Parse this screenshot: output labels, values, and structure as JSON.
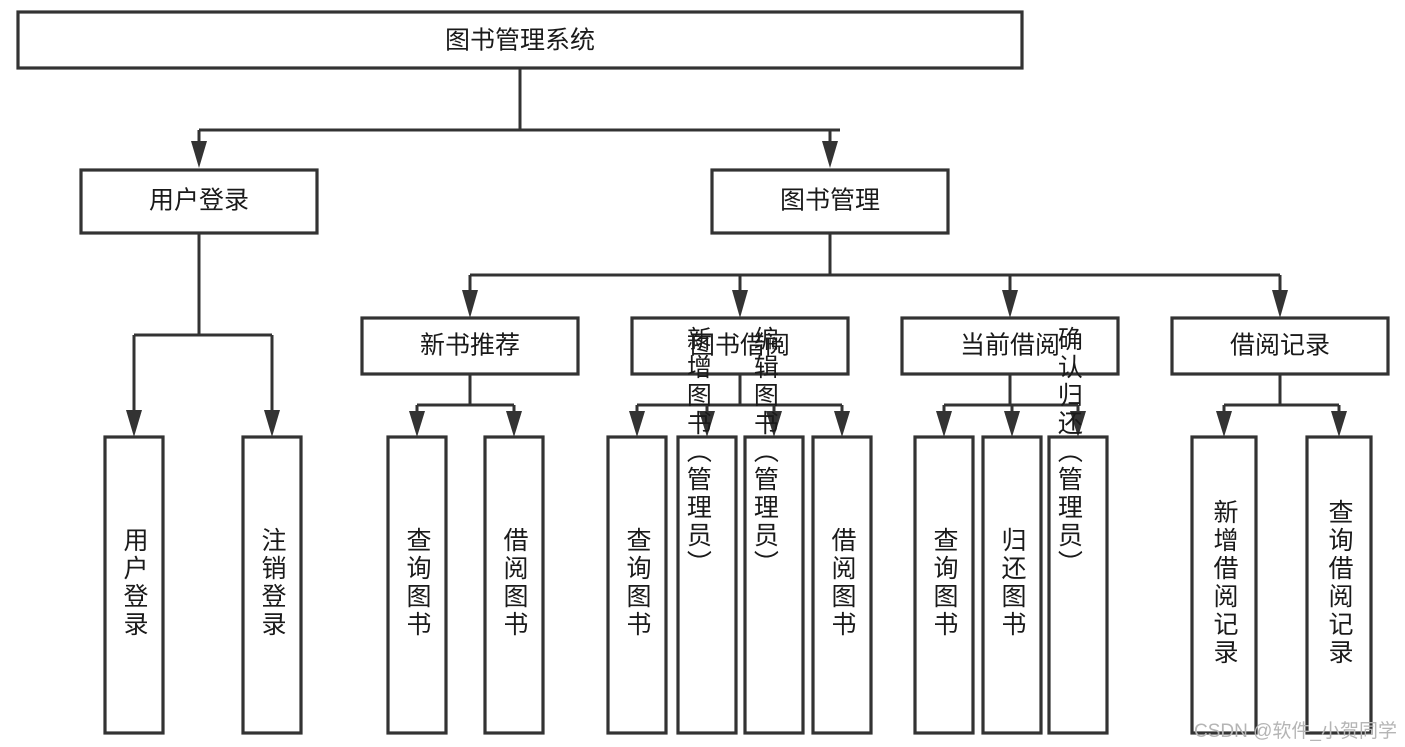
{
  "diagram": {
    "title": "图书管理系统",
    "type": "tree-hierarchy-flowchart",
    "watermark": "CSDN @软件_小贺同学",
    "colors": {
      "stroke": "#333333",
      "fill": "#ffffff",
      "text": "#1a1a1a",
      "watermark": "#b5b5b5"
    },
    "root": {
      "label": "图书管理系统"
    },
    "level2": [
      {
        "label": "用户登录"
      },
      {
        "label": "图书管理"
      }
    ],
    "level3": [
      {
        "label": "新书推荐"
      },
      {
        "label": "图书借阅"
      },
      {
        "label": "当前借阅"
      },
      {
        "label": "借阅记录"
      }
    ],
    "leaves": {
      "user_login": [
        {
          "label": "用户登录"
        },
        {
          "label": "注销登录"
        }
      ],
      "new_book": [
        {
          "label": "查询图书"
        },
        {
          "label": "借阅图书"
        }
      ],
      "book_borrow": [
        {
          "label": "查询图书"
        },
        {
          "label": "新增图书（管理员）"
        },
        {
          "label": "编辑图书（管理员）"
        },
        {
          "label": "借阅图书"
        }
      ],
      "current_borrow": [
        {
          "label": "查询图书"
        },
        {
          "label": "归还图书"
        },
        {
          "label": "确认归还（管理员）"
        }
      ],
      "borrow_record": [
        {
          "label": "新增借阅记录"
        },
        {
          "label": "查询借阅记录"
        }
      ]
    }
  }
}
